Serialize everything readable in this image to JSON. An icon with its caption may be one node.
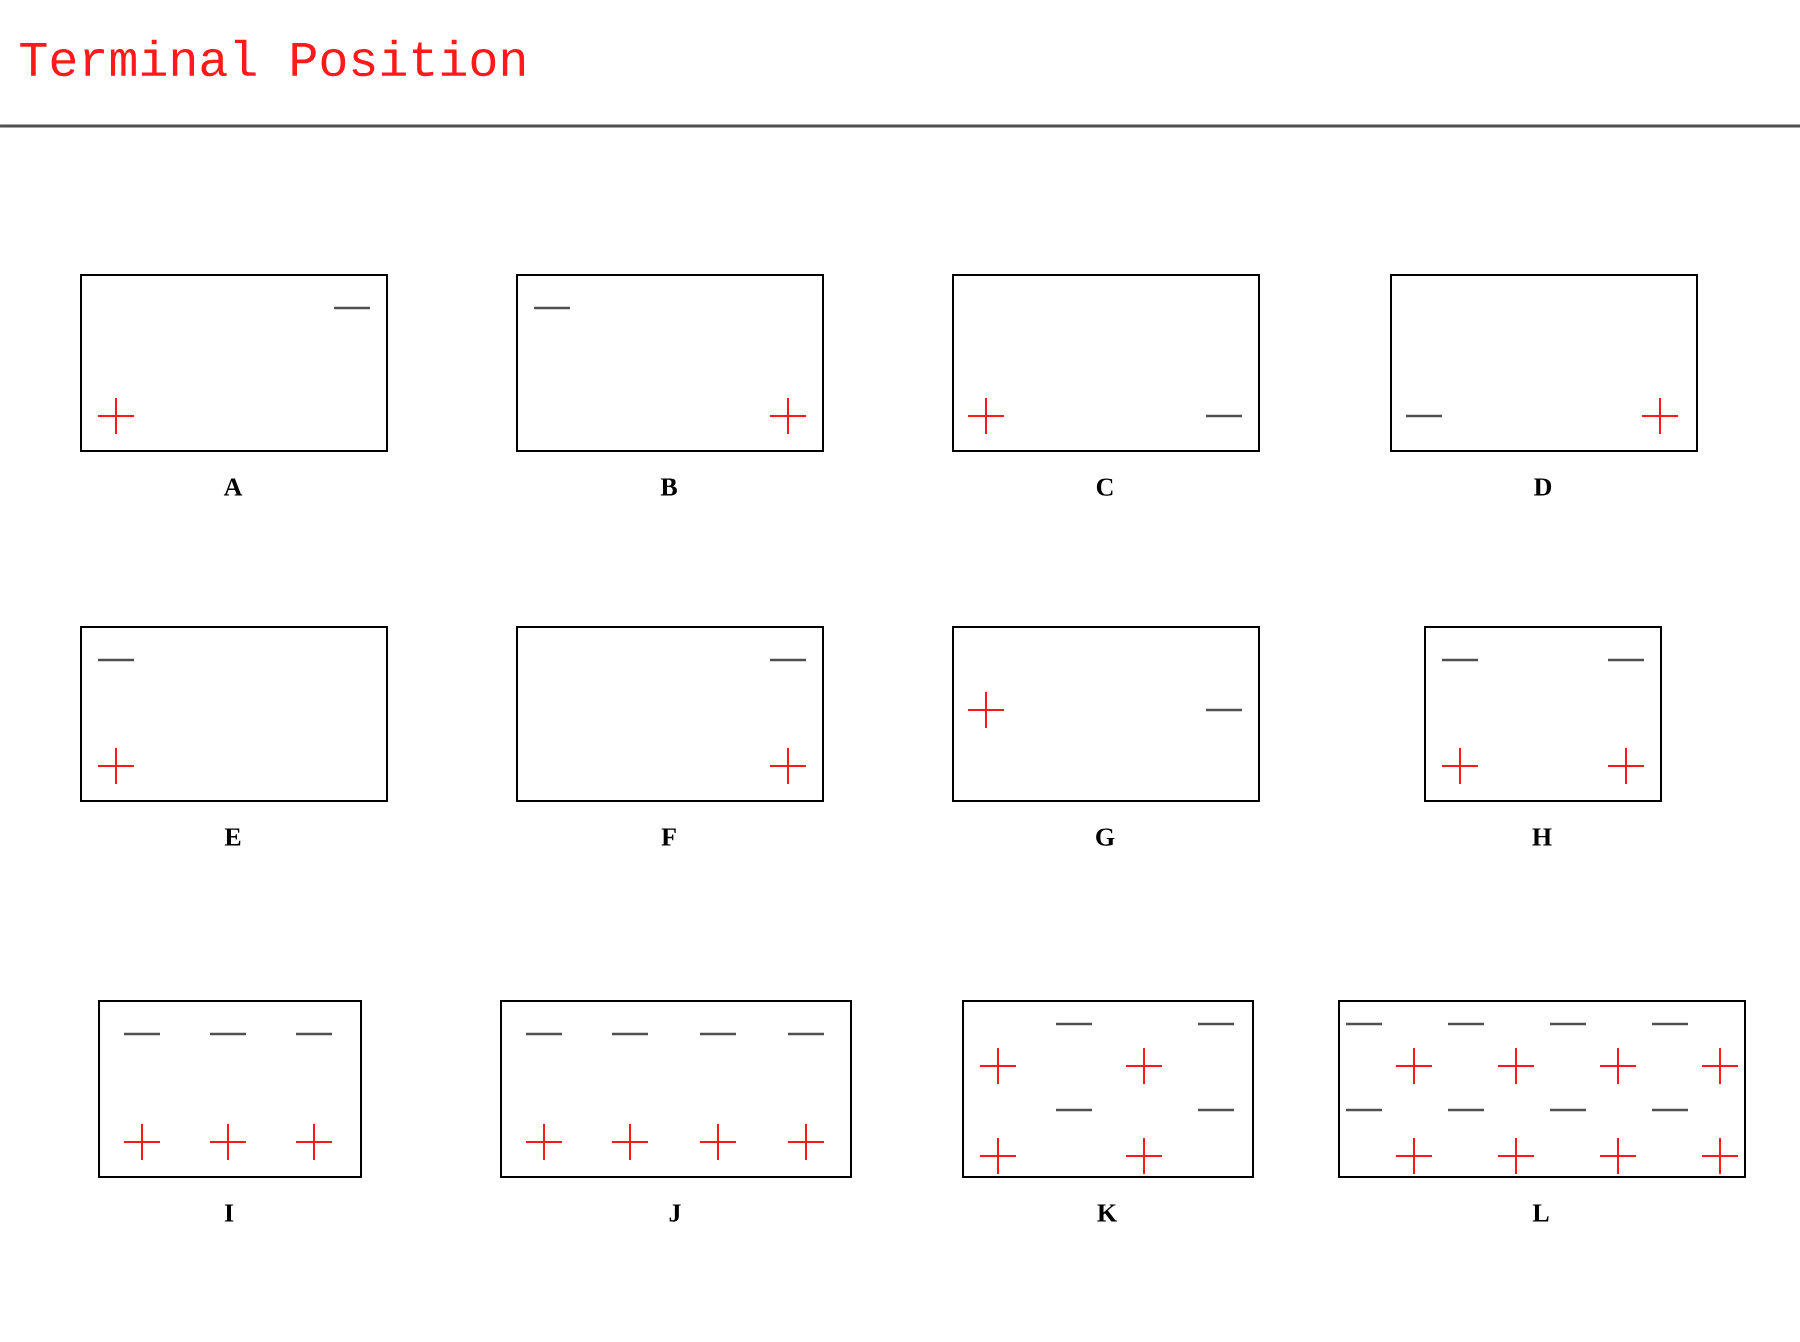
{
  "diagram": {
    "title": "Terminal Position",
    "nodes": [
      {
        "text": [],
        "shape": "box",
        "beside": [
          "A"
        ]
      },
      {
        "text": [],
        "shape": "box",
        "beside": [
          "B"
        ]
      },
      {
        "text": [],
        "shape": "box",
        "beside": [
          "C"
        ]
      },
      {
        "text": [],
        "shape": "box",
        "beside": [
          "D"
        ]
      },
      {
        "text": [],
        "shape": "box",
        "beside": [
          "E"
        ]
      },
      {
        "text": [],
        "shape": "box",
        "beside": [
          "F"
        ]
      },
      {
        "text": [],
        "shape": "box",
        "beside": [
          "G"
        ]
      },
      {
        "text": [],
        "shape": "box",
        "beside": [
          "H"
        ]
      },
      {
        "text": [],
        "shape": "box",
        "beside": [
          "I"
        ]
      },
      {
        "text": [],
        "shape": "box",
        "beside": [
          "J"
        ]
      },
      {
        "text": [],
        "shape": "box",
        "beside": [
          "K"
        ]
      },
      {
        "text": [],
        "shape": "box",
        "beside": [
          "L"
        ]
      }
    ]
  }
}
